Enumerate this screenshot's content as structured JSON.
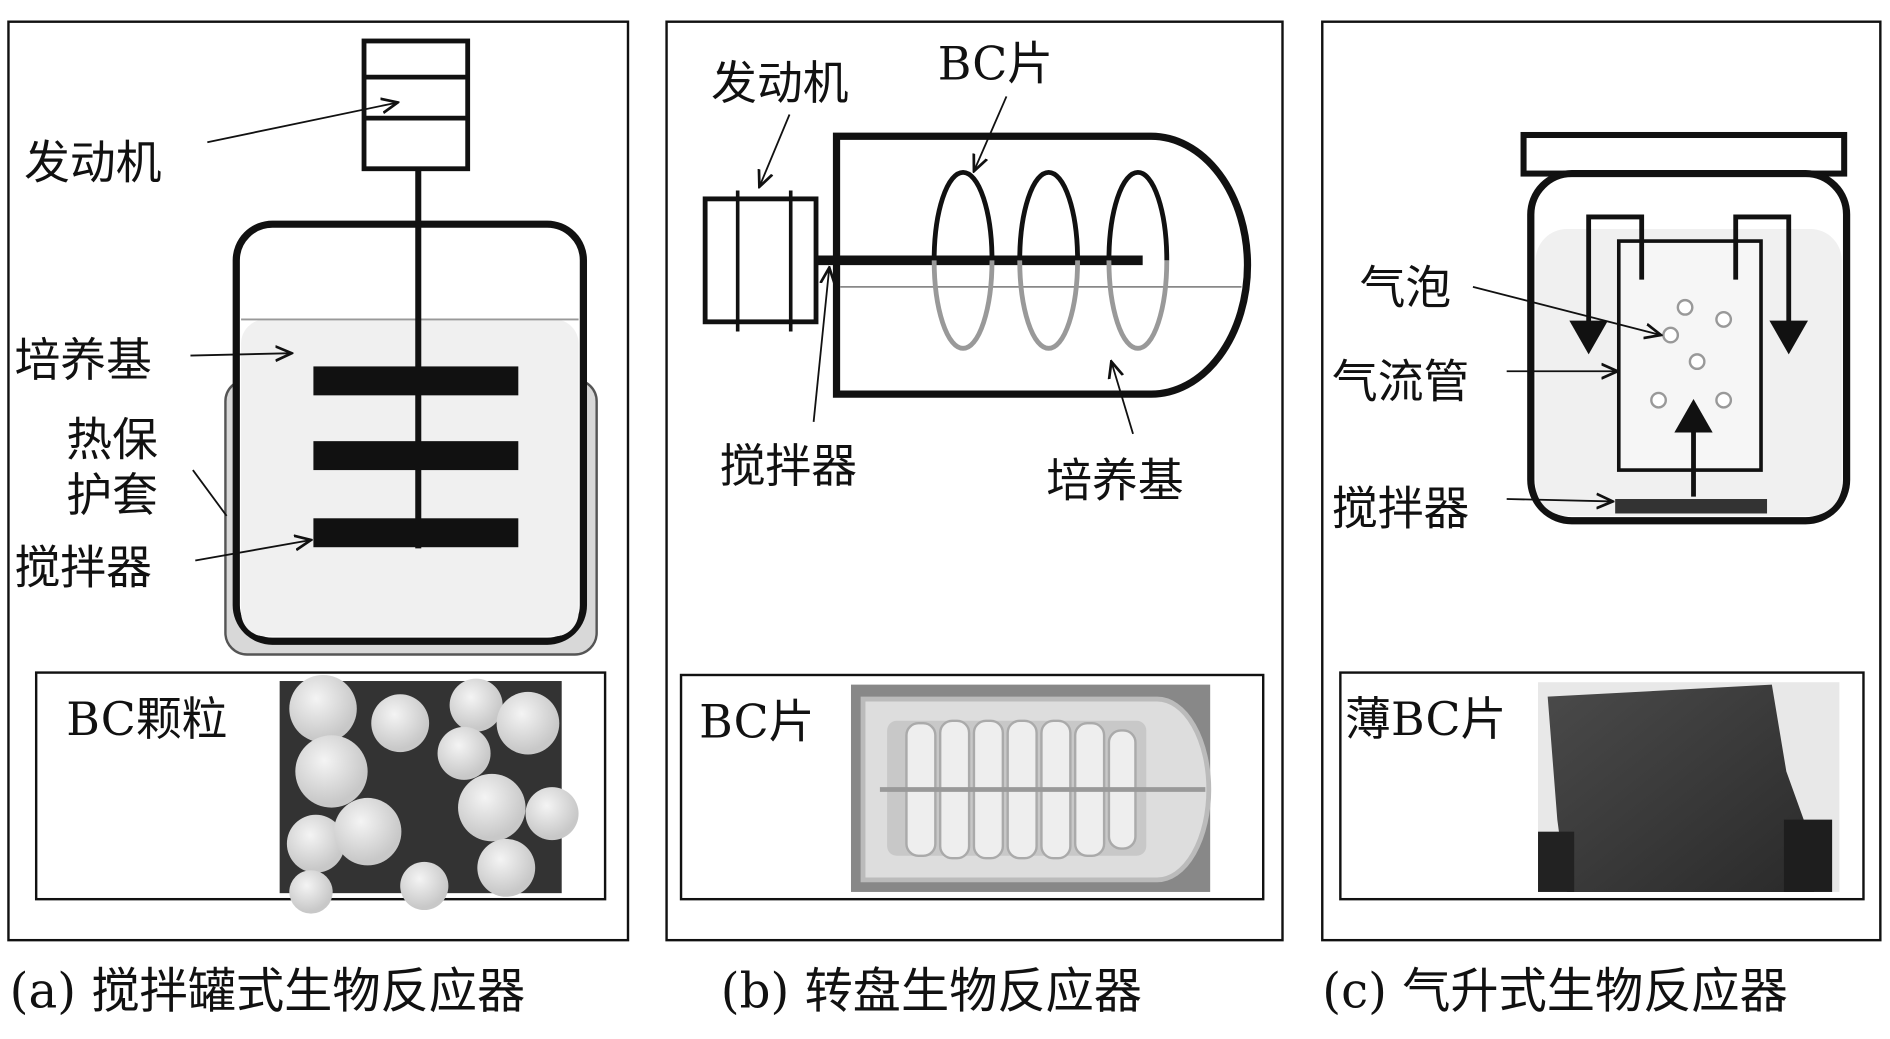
{
  "panels": {
    "a": {
      "caption": "(a) 搅拌罐式生物反应器",
      "labels": {
        "motor": "发动机",
        "medium": "培养基",
        "jacket_line1": "热保",
        "jacket_line2": "护套",
        "impeller": "搅拌器"
      },
      "photo_label": "BC颗粒"
    },
    "b": {
      "caption": "(b) 转盘生物反应器",
      "labels": {
        "motor": "发动机",
        "bc_sheet": "BC片",
        "impeller": "搅拌器",
        "medium": "培养基"
      },
      "photo_label": "BC片"
    },
    "c": {
      "caption": "(c) 气升式生物反应器",
      "labels": {
        "bubbles": "气泡",
        "draft_tube": "气流管",
        "impeller": "搅拌器"
      },
      "photo_label": "薄BC片"
    }
  },
  "colors": {
    "line": "#111111",
    "medium": "#f0f0f0",
    "jacket": "#d8d8d8"
  }
}
